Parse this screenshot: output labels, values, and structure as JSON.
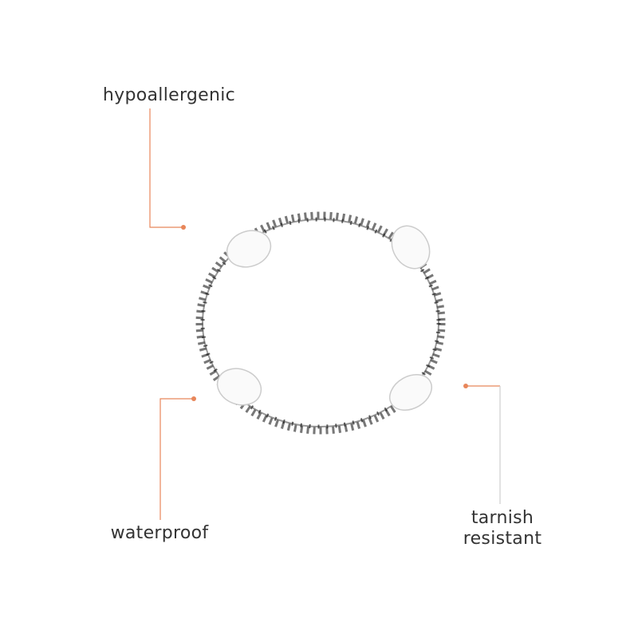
{
  "callouts": {
    "hypoallergenic": "hypoallergenic",
    "waterproof": "waterproof",
    "tarnish_line1": "tarnish",
    "tarnish_line2": "resistant"
  },
  "colors": {
    "accent": "#e8865a",
    "text": "#333333",
    "ring": "#3a3a3a",
    "grey_line": "#cfcfcf"
  }
}
